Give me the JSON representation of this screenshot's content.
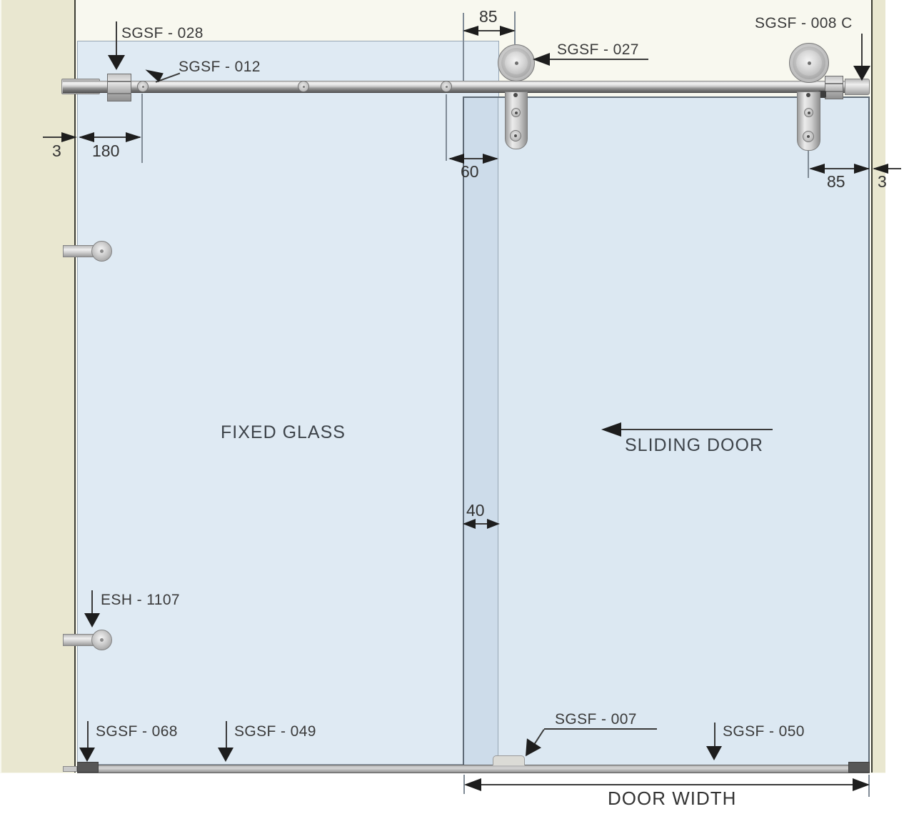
{
  "diagram": {
    "panel_fixed": "FIXED GLASS",
    "panel_sliding": "SLIDING DOOR",
    "door_width": "DOOR WIDTH"
  },
  "parts": {
    "sgsf_028": "SGSF - 028",
    "sgsf_012": "SGSF - 012",
    "sgsf_027": "SGSF - 027",
    "sgsf_008c": "SGSF - 008 C",
    "esh_1107": "ESH - 1107",
    "sgsf_068": "SGSF - 068",
    "sgsf_049": "SGSF - 049",
    "sgsf_007": "SGSF - 007",
    "sgsf_050": "SGSF - 050"
  },
  "dims": {
    "top_85": "85",
    "left_3": "3",
    "left_180": "180",
    "mid_60": "60",
    "mid_40": "40",
    "right_85": "85",
    "right_3": "3"
  },
  "colors": {
    "wall": "#e9e7d0",
    "background": "#f8f8ef",
    "glass_fixed": "#dfeaf3",
    "glass_sliding": "#dce8f2",
    "glass_overlap": "#cddcea",
    "ink": "#3a3a3a"
  }
}
